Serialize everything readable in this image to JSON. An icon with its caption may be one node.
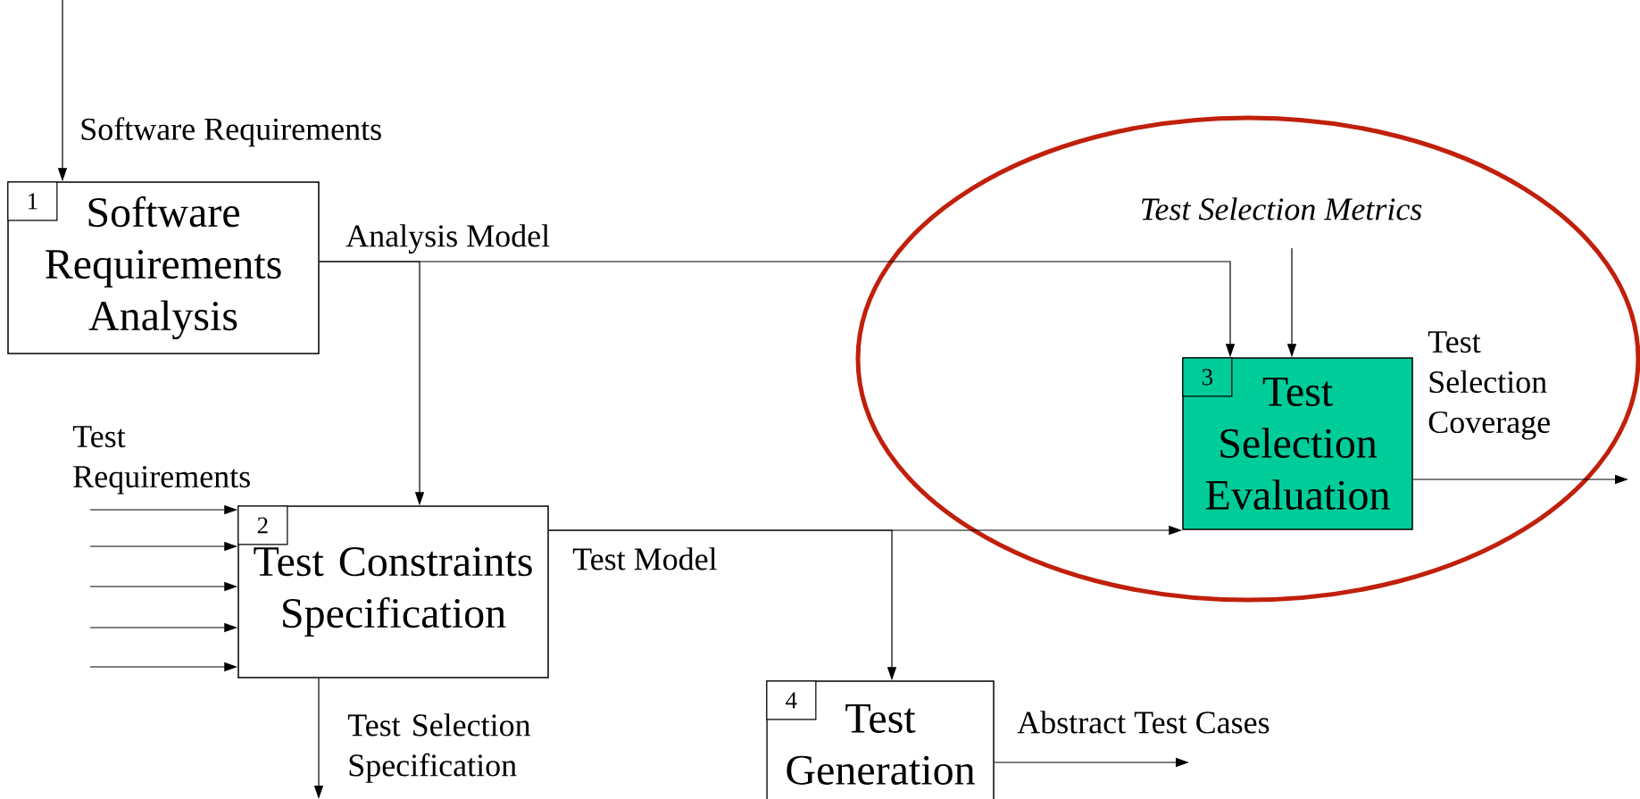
{
  "diagram": {
    "nodes": [
      {
        "text": [
          "Software Requirements Analysis"
        ]
      },
      {
        "text": [
          "1"
        ],
        "in": 0
      },
      {
        "text": [
          "Test Constraints Specification"
        ]
      },
      {
        "text": [
          "2"
        ],
        "in": 2
      },
      {
        "text": [],
        "shape": "ellipse"
      },
      {
        "text": [
          "Test Selection Evaluation"
        ],
        "in": 4
      },
      {
        "text": [
          "3"
        ],
        "in": 5
      },
      {
        "text": [
          "Test Generation"
        ]
      },
      {
        "text": [
          "4"
        ],
        "in": 7
      }
    ],
    "edges": [
      {
        "from": null,
        "to": 0,
        "arrow": "to",
        "label": "Software Requirements"
      },
      {
        "from": 0,
        "to": 2,
        "arrow": "to",
        "label": "Analysis Model"
      },
      {
        "from": 0,
        "to": 5,
        "arrow": "to"
      },
      {
        "from": null,
        "to": 5,
        "arrow": "to",
        "label": "Test Selection Metrics"
      },
      {
        "from": 2,
        "to": 5,
        "arrow": "to",
        "label": "Test Model"
      },
      {
        "from": 2,
        "to": 7,
        "arrow": "to"
      },
      {
        "from": null,
        "to": 2,
        "arrow": "to",
        "label": "Test Requirements"
      },
      {
        "from": null,
        "to": 2,
        "arrow": "to"
      },
      {
        "from": null,
        "to": 2,
        "arrow": "to"
      },
      {
        "from": null,
        "to": 2,
        "arrow": "to"
      },
      {
        "from": null,
        "to": 2,
        "arrow": "to"
      },
      {
        "from": 5,
        "to": null,
        "arrow": "to",
        "label": "Test Selection Coverage"
      },
      {
        "from": 2,
        "to": null,
        "arrow": "to",
        "label": "Test Selection Specification"
      },
      {
        "from": 7,
        "to": null,
        "arrow": "to",
        "label": "Abstract Test Cases"
      }
    ]
  }
}
